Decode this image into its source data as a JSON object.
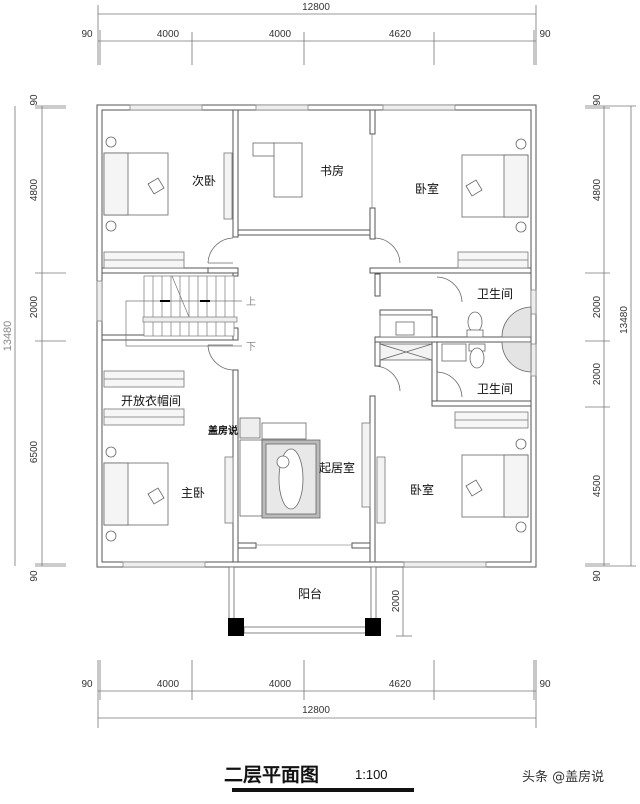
{
  "drawing": {
    "title": "二层平面图",
    "scale": "1:100",
    "watermark": "头条 @盖房说",
    "stamp": "盖房说"
  },
  "dimensions": {
    "top": {
      "total": "12800",
      "segments": [
        "90",
        "4000",
        "4000",
        "4620",
        "90"
      ]
    },
    "bottom": {
      "total": "12800",
      "segments": [
        "90",
        "4000",
        "4000",
        "4620",
        "90"
      ]
    },
    "left": {
      "total": "13480",
      "segments": [
        "90",
        "4800",
        "2000",
        "6500",
        "90"
      ]
    },
    "right": {
      "total": "13480",
      "segments": [
        "90",
        "4800",
        "2000",
        "2000",
        "4500",
        "90"
      ]
    },
    "balcony_depth": "2000"
  },
  "rooms": {
    "second_bedroom": "次卧",
    "study": "书房",
    "bedroom_ne": "卧室",
    "bath_upper": "卫生间",
    "bath_lower": "卫生间",
    "walk_in_closet": "开放衣帽间",
    "master_bedroom": "主卧",
    "living_room": "起居室",
    "bedroom_se": "卧室",
    "balcony": "阳台"
  },
  "stairs": {
    "up": "上",
    "down": "下"
  },
  "colors": {
    "wall": "#555555",
    "line": "#888888",
    "column": "#000000",
    "background": "#ffffff"
  }
}
